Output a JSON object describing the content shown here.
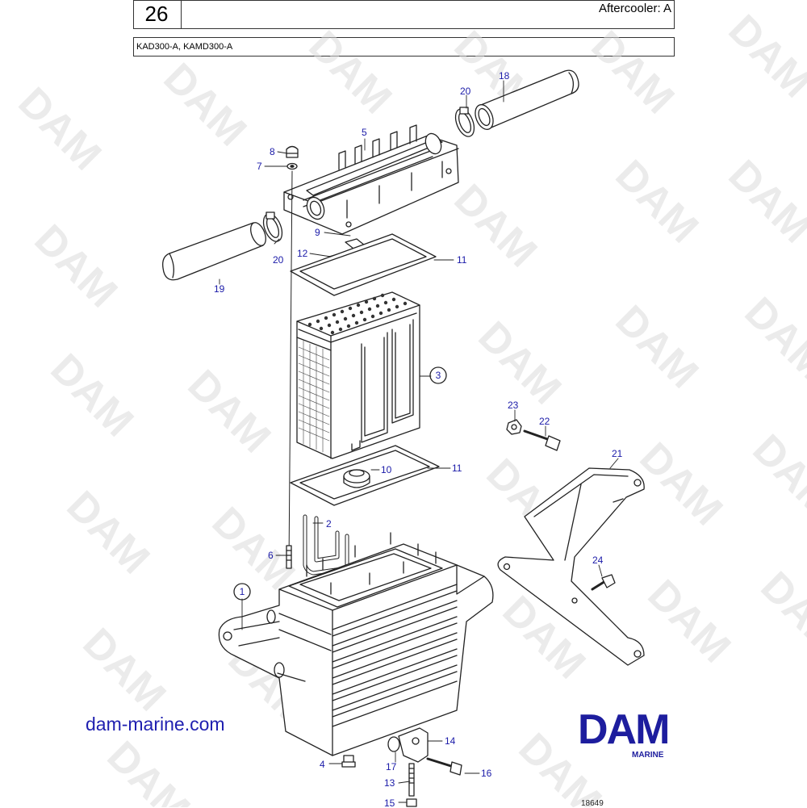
{
  "header": {
    "page_number": "26",
    "title": "Aftercooler: A",
    "models": "KAD300-A, KAMD300-A"
  },
  "watermark": "DAM",
  "callouts": {
    "c1": "1",
    "c2": "2",
    "c3": "3",
    "c4": "4",
    "c5": "5",
    "c6": "6",
    "c7": "7",
    "c8": "8",
    "c9": "9",
    "c10": "10",
    "c11a": "11",
    "c11b": "11",
    "c12": "12",
    "c13": "13",
    "c14": "14",
    "c15": "15",
    "c16": "16",
    "c17": "17",
    "c18": "18",
    "c19": "19",
    "c20a": "20",
    "c20b": "20",
    "c21": "21",
    "c22": "22",
    "c23": "23",
    "c24": "24"
  },
  "footer": {
    "website": "dam-marine.com",
    "brand": "DAM",
    "brand_sub": "MARINE",
    "drawing_number": "18649"
  },
  "colors": {
    "callout_blue": "#1a1aa8",
    "brand_blue": "#1d1d9e",
    "line": "#222222"
  }
}
